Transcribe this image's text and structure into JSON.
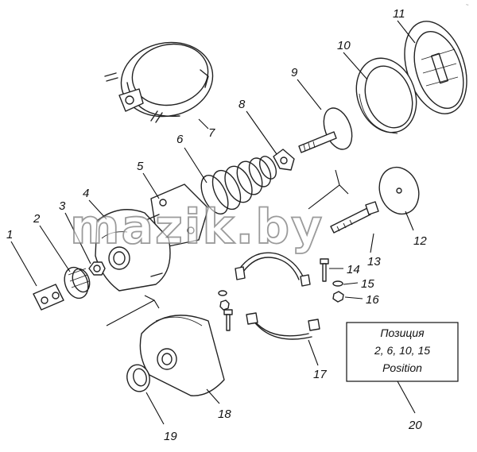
{
  "watermark": "mazik.by",
  "corner_mark": "~",
  "callout_box": {
    "line1": "Позиция",
    "line2": "2, 6, 10, 15",
    "line3": "Position"
  },
  "labels": {
    "p1": "1",
    "p2": "2",
    "p3": "3",
    "p4": "4",
    "p5": "5",
    "p6": "6",
    "p7": "7",
    "p8": "8",
    "p9": "9",
    "p10": "10",
    "p11": "11",
    "p12": "12",
    "p13": "13",
    "p14": "14",
    "p15": "15",
    "p16": "16",
    "p17": "17",
    "p18": "18",
    "p19": "19",
    "p20": "20"
  }
}
